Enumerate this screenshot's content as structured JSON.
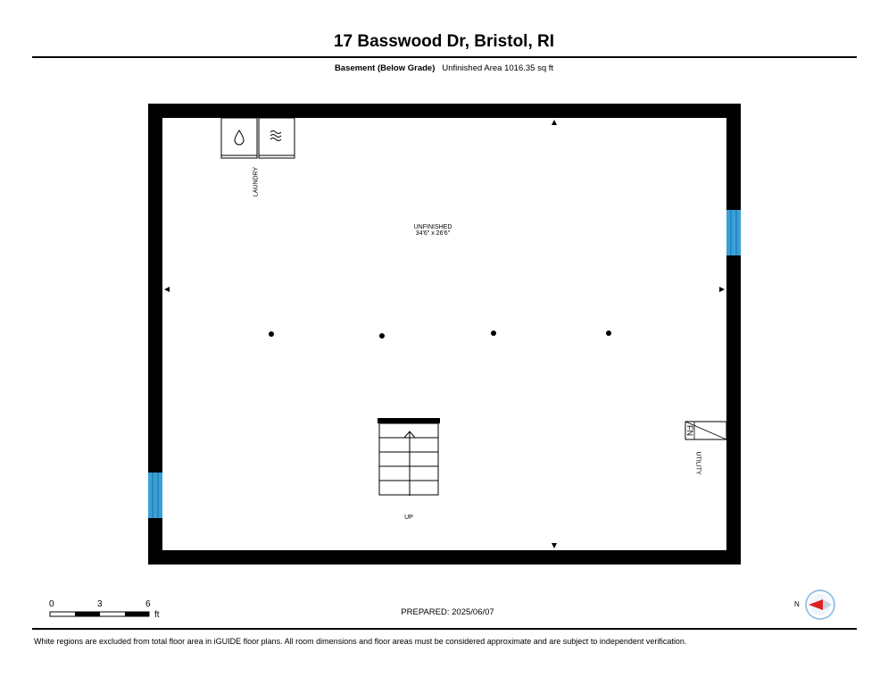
{
  "header": {
    "title": "17 Basswood Dr, Bristol, RI"
  },
  "floor": {
    "name": "Basement (Below Grade)",
    "area_text": "Unfinished Area 1016.35 sq ft"
  },
  "rooms": {
    "main": {
      "name": "UNFINISHED",
      "dims": "34'6\" x 26'6\""
    },
    "laundry": "LAUNDRY",
    "utility": "UTILITY",
    "stairs": "UP",
    "furnace": "FN"
  },
  "scale": {
    "ticks": [
      "0",
      "3",
      "6"
    ],
    "unit": "ft"
  },
  "prepared": "PREPARED: 2025/06/07",
  "compass": {
    "label": "N"
  },
  "disclaimer": "White regions are excluded from total floor area in iGUIDE floor plans. All room dimensions and floor areas must be considered approximate and are subject to independent verification.",
  "colors": {
    "wall": "#000000",
    "window": "#3aa0d8",
    "compass_needle": "#e02020"
  }
}
